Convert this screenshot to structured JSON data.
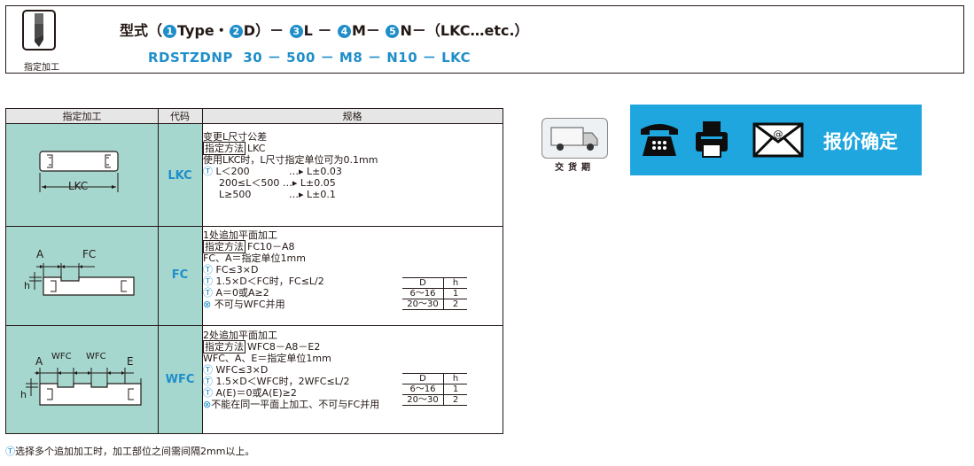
{
  "header": {
    "logo_label": "指定加工",
    "formula": {
      "prefix": "型式（",
      "n1": "1",
      "part1": "Type・",
      "n2": "2",
      "part2": "D）－ ",
      "n3": "3",
      "part3": "L － ",
      "n4": "4",
      "part4": "M－ ",
      "n5": "5",
      "part5": "N－（LKC…etc.）"
    },
    "example": "RDSTZDNP  30 － 500 － M8 － N10 － LKC"
  },
  "table": {
    "headers": [
      "指定加工",
      "代码",
      "规格"
    ],
    "rows": [
      {
        "code": "LKC",
        "diagram_label": "LKC",
        "lines": {
          "l0": "变更L尺寸公差",
          "l1_box": "指定方法",
          "l1": "LKC",
          "l2": "使用LKC时，L尺寸指定单位可为0.1mm",
          "l3": "L＜200",
          "l3b": "…▸ L±0.03",
          "l4": "200≤L＜500 …▸ L±0.05",
          "l5": "L≥500",
          "l5b": "…▸ L±0.1"
        }
      },
      {
        "code": "FC",
        "diagram_labels": [
          "A",
          "FC",
          "h"
        ],
        "lines": {
          "l0": "1处追加平面加工",
          "l1_box": "指定方法",
          "l1": "FC10－A8",
          "l2": "FC、A＝指定单位1mm",
          "l3": "FC≤3×D",
          "l4": "1.5×D＜FC时，FC≤L/2",
          "l5": "A＝0或A≥2",
          "l6": "不可与WFC并用"
        },
        "mini": [
          [
            "D",
            "h"
          ],
          [
            "6～16",
            "1"
          ],
          [
            "20～30",
            "2"
          ]
        ]
      },
      {
        "code": "WFC",
        "diagram_labels": [
          "A",
          "WFC",
          "WFC",
          "E",
          "h"
        ],
        "lines": {
          "l0": "2处追加平面加工",
          "l1_box": "指定方法",
          "l1": "WFC8－A8－E2",
          "l2": "WFC、A、E＝指定单位1mm",
          "l3": "WFC≤3×D",
          "l4": "1.5×D＜WFC时，2WFC≤L/2",
          "l5": "A(E)＝0或A(E)≥2",
          "l6": "不能在同一平面上加工、不可与FC并用"
        },
        "mini": [
          [
            "D",
            "h"
          ],
          [
            "6～16",
            "1"
          ],
          [
            "20～30",
            "2"
          ]
        ]
      }
    ]
  },
  "note": "选择多个追加加工时，加工部位之间需间隔2mm以上。",
  "delivery_label": "交货期",
  "quote_label": "报价确定",
  "colors": {
    "accent": "#1f8ec9",
    "cell": "#a5d7cf",
    "quote_bg": "#1fa6df"
  },
  "icons": [
    "drill-icon",
    "truck-icon",
    "phone-icon",
    "fax-icon",
    "mail-icon",
    "tip-icon",
    "prohibited-icon"
  ]
}
